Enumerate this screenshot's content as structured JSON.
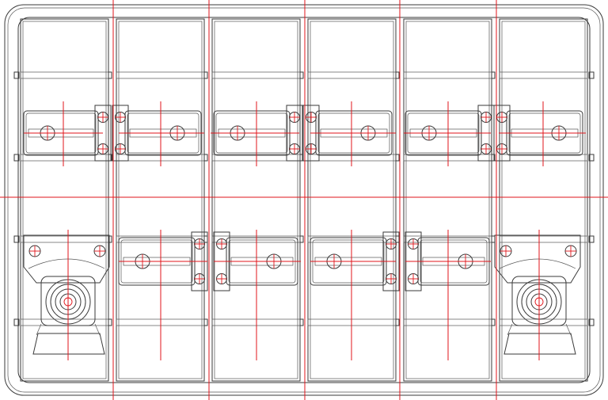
{
  "drawing": {
    "kind": "technical-line-drawing",
    "subject": "battery-cover-top-view",
    "module_count": 6,
    "text_labels": [],
    "colors": {
      "outline": "#3a3a3a",
      "centerline": "#e0161b",
      "background": "#ffffff"
    }
  }
}
